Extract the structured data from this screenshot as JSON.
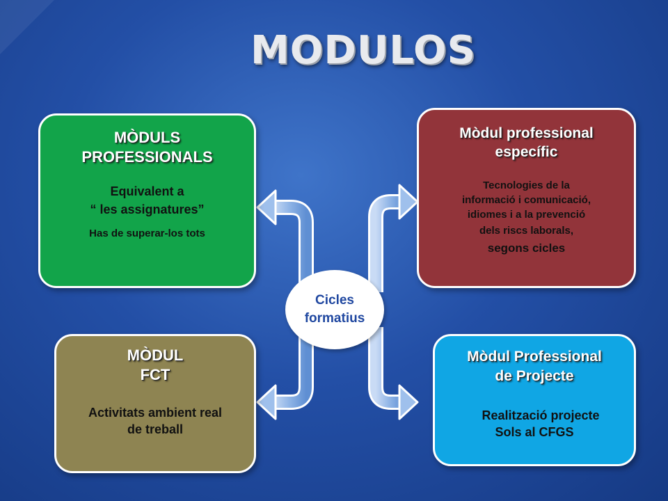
{
  "slide": {
    "title": "MODULOS"
  },
  "center": {
    "line1": "Cicles",
    "line2": "formatius"
  },
  "boxes": {
    "professionals": {
      "head1": "MÒDULS",
      "head2": "PROFESSIONALS",
      "line1": "Equivalent  a",
      "line2": "“ les assignatures”",
      "line3": "Has de superar-los tots"
    },
    "especific": {
      "head1": "Mòdul professional",
      "head2": "específic",
      "line1": "Tecnologies de la",
      "line2": "informació i comunicació,",
      "line3": "idiomes i a la prevenció",
      "line4": "dels riscs laborals,",
      "line5": "segons cicles"
    },
    "fct": {
      "head1": "MÒDUL",
      "head2": "FCT",
      "line1": "Activitats ambient real",
      "line2": "de treball"
    },
    "projecte": {
      "head1": "Mòdul Professional",
      "head2": "de  Projecte",
      "line1": "Realització projecte",
      "line2": "Sols al CFGS"
    }
  },
  "colors": {
    "professionals": "#12a44a",
    "especific": "#92343a",
    "fct": "#8e8452",
    "projecte": "#10a6e4",
    "arrow": "#8fb4e6"
  }
}
